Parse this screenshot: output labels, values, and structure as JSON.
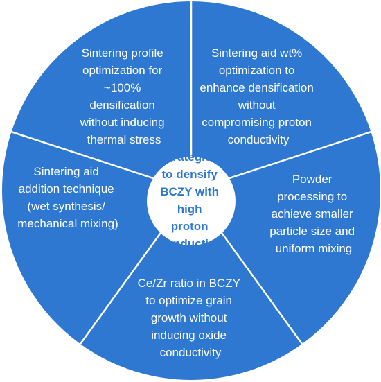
{
  "colors": {
    "segment_fill": "#2E78D2",
    "divider": "#ffffff",
    "center_fill": "#ffffff",
    "center_text": "#2E78D2",
    "segment_text": "#ffffff"
  },
  "center": {
    "lines": [
      "Strategies",
      "to densify",
      "BCZY with",
      "high",
      "proton",
      "conduction"
    ]
  },
  "segments": [
    {
      "lines": [
        "Sintering profile",
        "optimization for",
        "~100%",
        "densification",
        "without inducing",
        "thermal stress"
      ]
    },
    {
      "lines": [
        "Sintering aid wt%",
        "optimization to",
        "enhance densification",
        "without",
        "compromising proton",
        "conductivity"
      ]
    },
    {
      "lines": [
        "Powder",
        "processing to",
        "achieve smaller",
        "particle size and",
        "uniform mixing"
      ]
    },
    {
      "lines": [
        "Ce/Zr ratio in BCZY",
        "to optimize grain",
        "growth without",
        "inducing oxide",
        "conductivity"
      ]
    },
    {
      "lines": [
        "Sintering aid",
        "addition technique",
        "(wet synthesis/",
        "mechanical mixing)"
      ]
    }
  ]
}
